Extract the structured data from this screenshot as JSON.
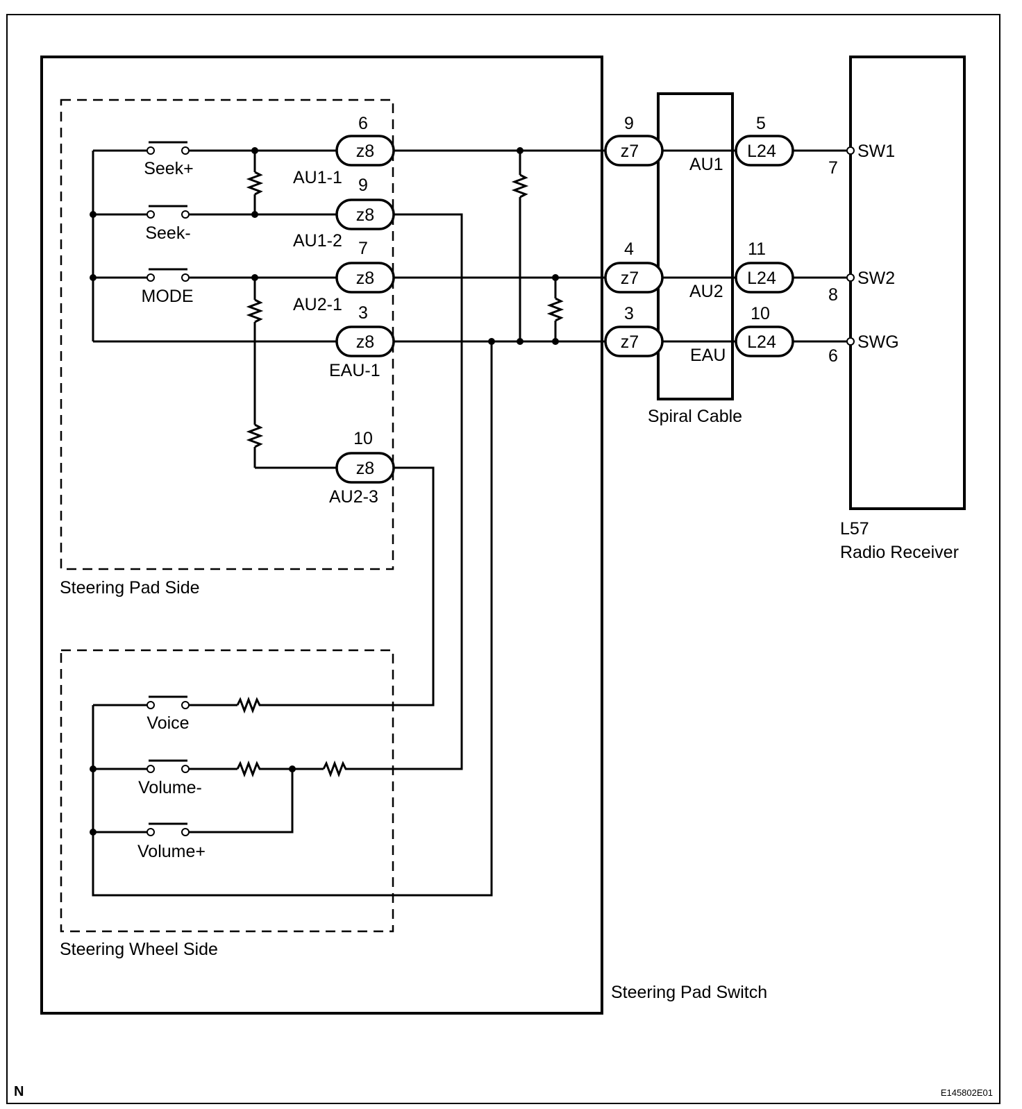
{
  "switch_box_label": "Steering Pad Switch",
  "pad_side_label": "Steering Pad Side",
  "wheel_side_label": "Steering Wheel Side",
  "spiral_label": "Spiral Cable",
  "receiver_code": "L57",
  "receiver_label": "Radio Receiver",
  "corner_mark": "N",
  "figure_id": "E145802E01",
  "switches": {
    "seek_plus": "Seek+",
    "seek_minus": "Seek-",
    "mode": "MODE",
    "voice": "Voice",
    "volume_minus": "Volume-",
    "volume_plus": "Volume+"
  },
  "z8": [
    {
      "code": "z8",
      "pin": "6",
      "name": "AU1-1"
    },
    {
      "code": "z8",
      "pin": "9",
      "name": "AU1-2"
    },
    {
      "code": "z8",
      "pin": "7",
      "name": "AU2-1"
    },
    {
      "code": "z8",
      "pin": "3",
      "name": "EAU-1"
    },
    {
      "code": "z8",
      "pin": "10",
      "name": "AU2-3"
    }
  ],
  "z7": [
    {
      "code": "z7",
      "pin": "9",
      "name": "AU1"
    },
    {
      "code": "z7",
      "pin": "4",
      "name": "AU2"
    },
    {
      "code": "z7",
      "pin": "3",
      "name": "EAU"
    }
  ],
  "l24": [
    {
      "code": "L24",
      "pin": "5",
      "term_pin": "7",
      "term": "SW1"
    },
    {
      "code": "L24",
      "pin": "11",
      "term_pin": "8",
      "term": "SW2"
    },
    {
      "code": "L24",
      "pin": "10",
      "term_pin": "6",
      "term": "SWG"
    }
  ]
}
